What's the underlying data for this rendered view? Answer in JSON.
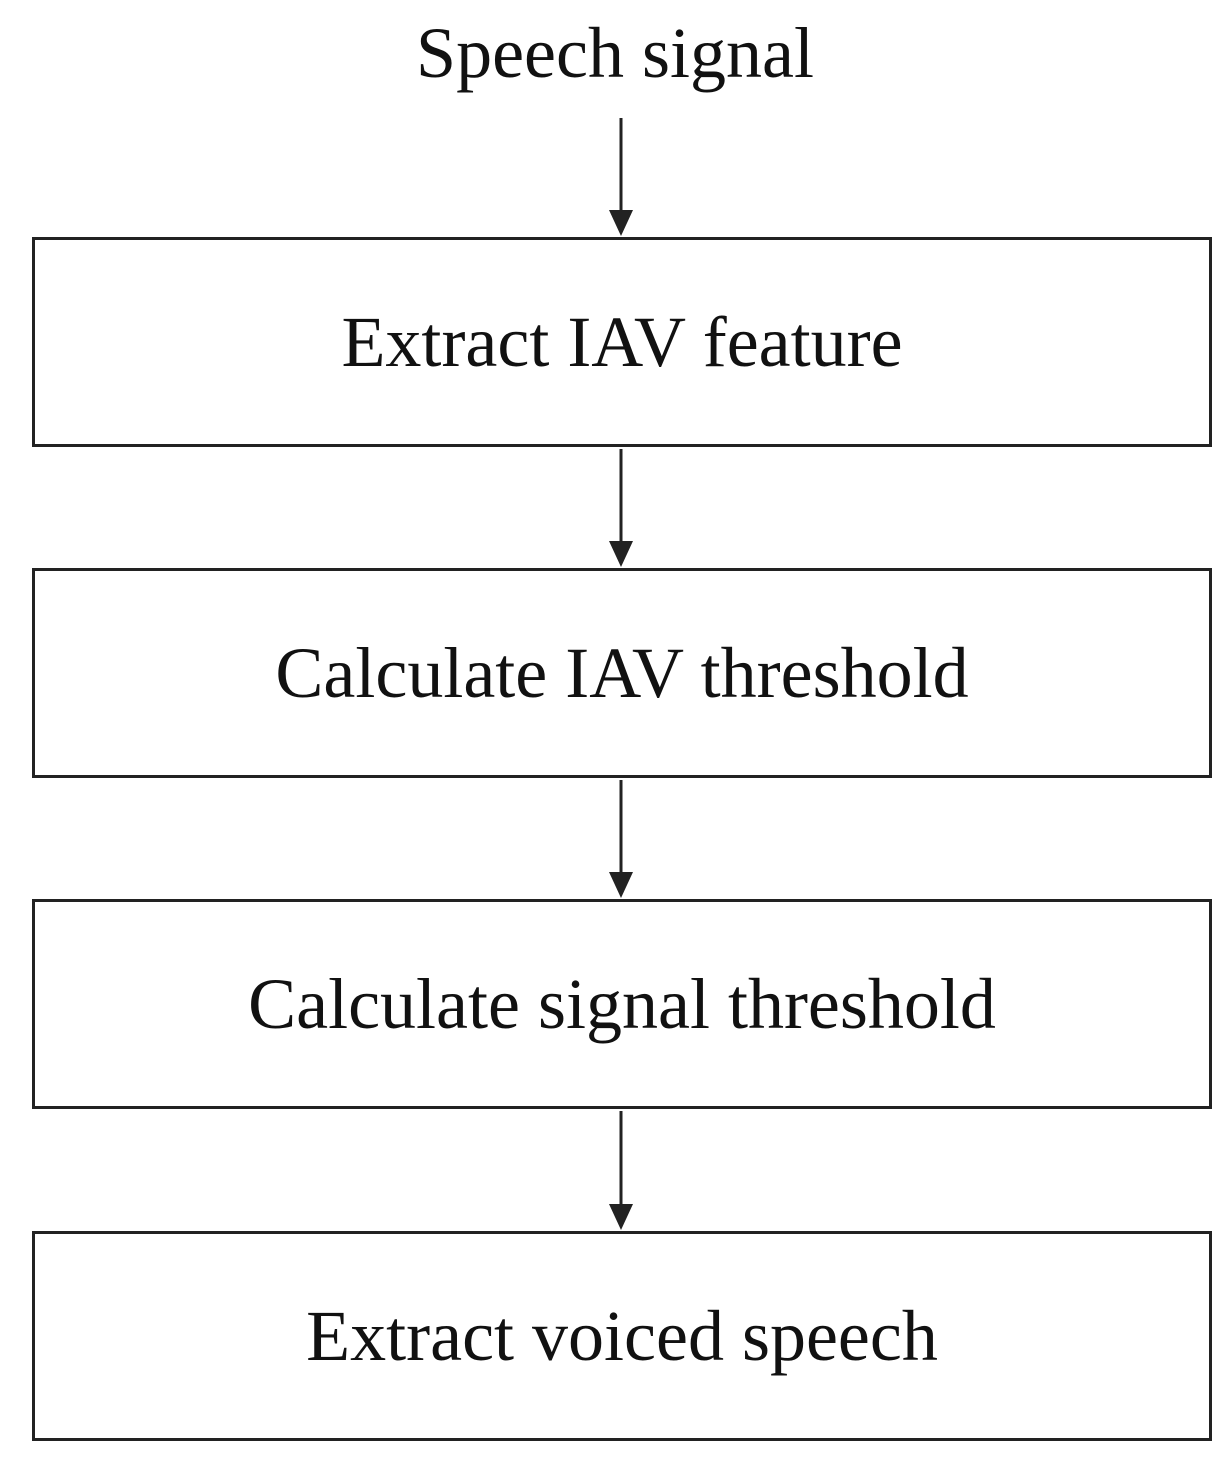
{
  "diagram": {
    "input_label": "Speech signal",
    "steps": [
      {
        "label": "Extract IAV feature"
      },
      {
        "label": "Calculate IAV threshold"
      },
      {
        "label": "Calculate signal threshold"
      },
      {
        "label": "Extract voiced speech"
      }
    ],
    "colors": {
      "stroke": "#222222",
      "text": "#111111",
      "background": "#ffffff"
    }
  }
}
